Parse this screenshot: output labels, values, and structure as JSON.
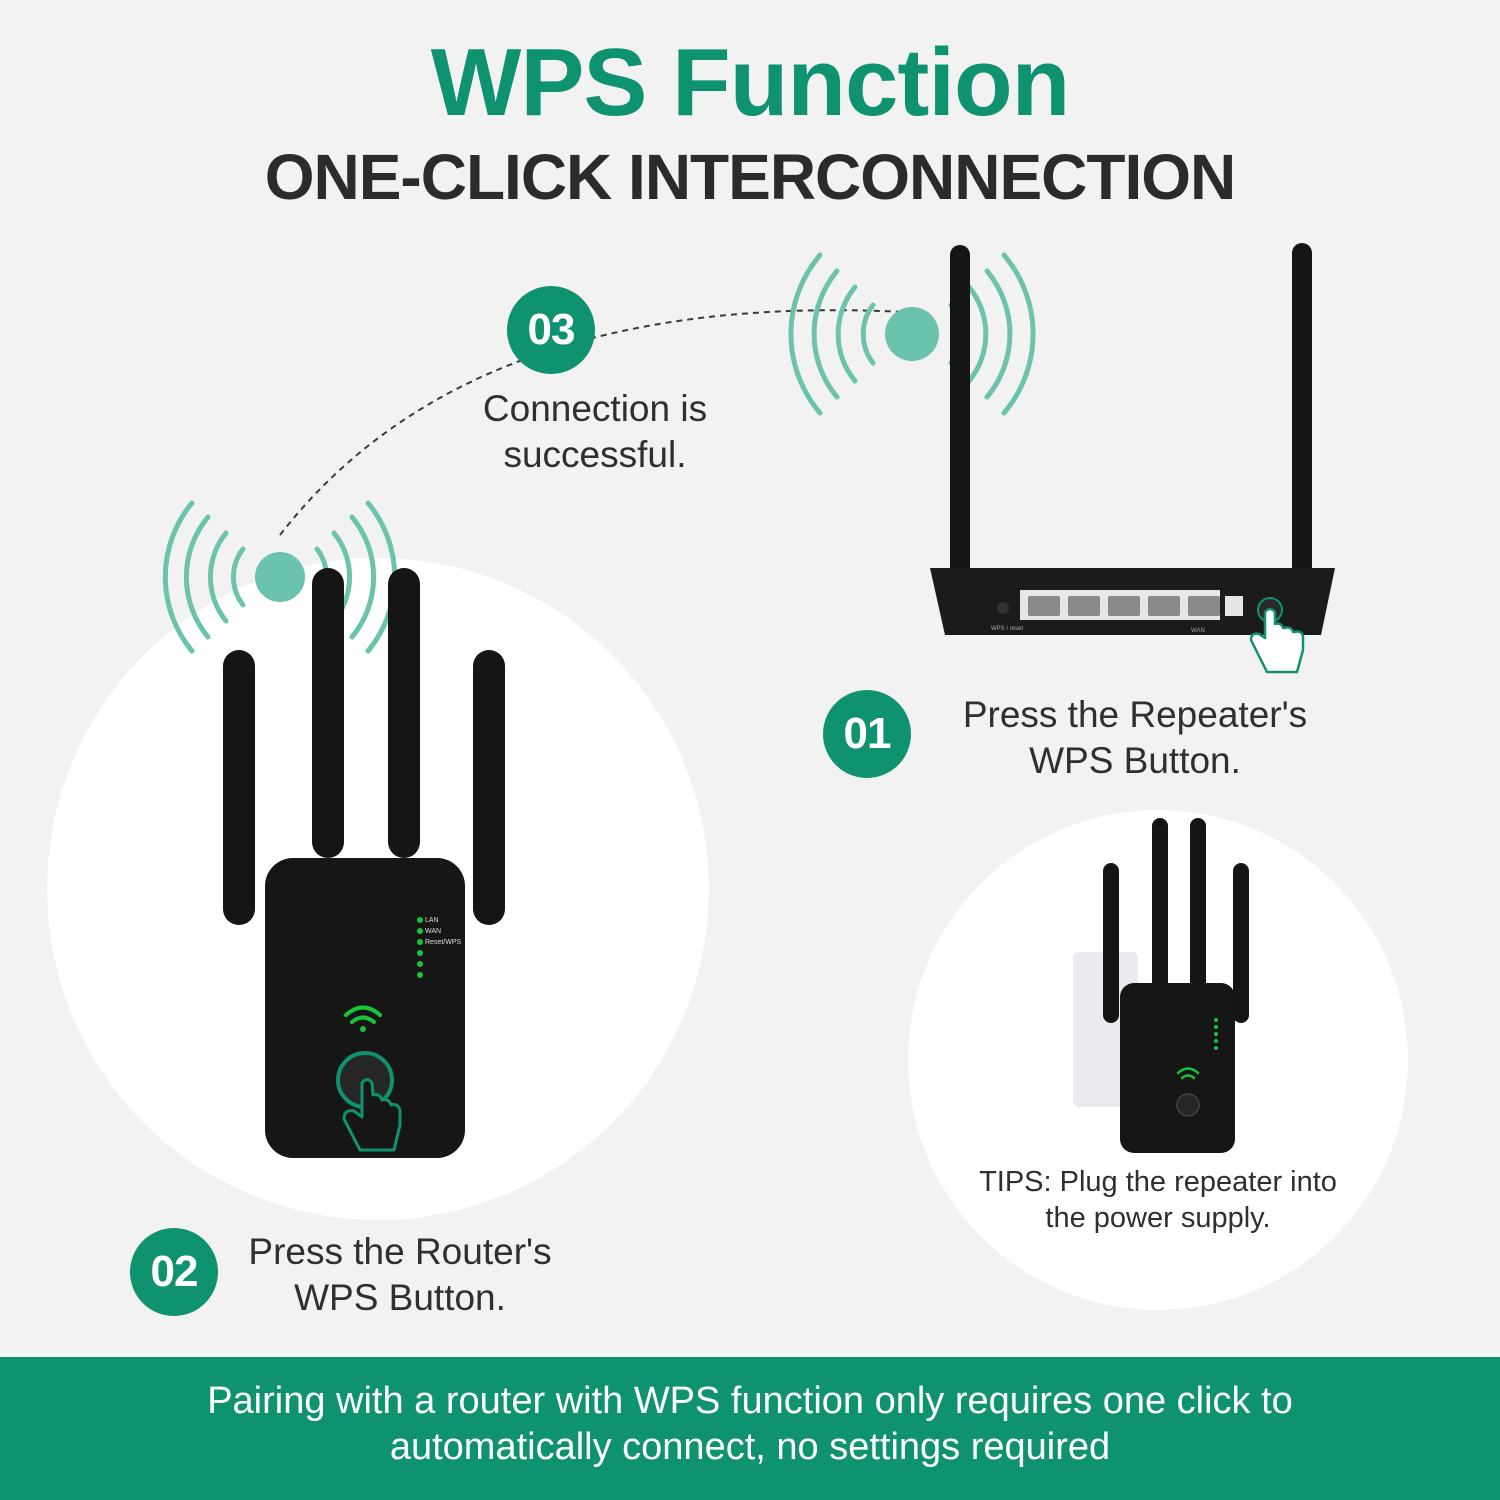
{
  "header": {
    "title": "WPS Function",
    "subtitle": "ONE-CLICK INTERCONNECTION"
  },
  "steps": [
    {
      "number": "01",
      "text_line1": "Press the Repeater's",
      "text_line2": "WPS Button."
    },
    {
      "number": "02",
      "text_line1": "Press the Router's",
      "text_line2": "WPS Button."
    },
    {
      "number": "03",
      "text_line1": "Connection is",
      "text_line2": "successful."
    }
  ],
  "tips": {
    "line1": "TIPS: Plug the repeater into",
    "line2": "the power supply."
  },
  "repeater_panel": {
    "led_labels": [
      "LAN",
      "WAN",
      "Reset/WPS"
    ]
  },
  "router_panel": {
    "port_labels": [
      "WPS / reset",
      "WAN"
    ]
  },
  "footer": {
    "line1": "Pairing with a router with WPS function only requires one click to",
    "line2": "automatically connect, no settings required"
  },
  "colors": {
    "accent": "#0e9270",
    "signal": "#6cc3ad",
    "background": "#f2f2f2",
    "device": "#151515",
    "led": "#19c43a"
  },
  "icons": [
    "wifi-signal-icon",
    "hand-pointer-icon",
    "wifi-led-icon"
  ]
}
